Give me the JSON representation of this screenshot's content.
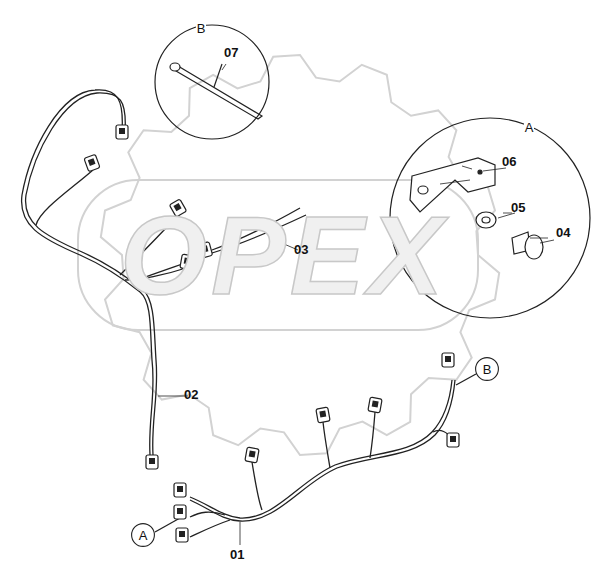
{
  "diagram": {
    "nodes": [
      {
        "text": [
          "B"
        ]
      },
      {
        "text": [
          "A"
        ]
      },
      {
        "text": [
          "A"
        ]
      },
      {
        "text": [
          "B"
        ]
      }
    ],
    "labels": [
      "07",
      "06",
      "05",
      "04",
      "03",
      "02",
      "01",
      "OPEX"
    ]
  }
}
